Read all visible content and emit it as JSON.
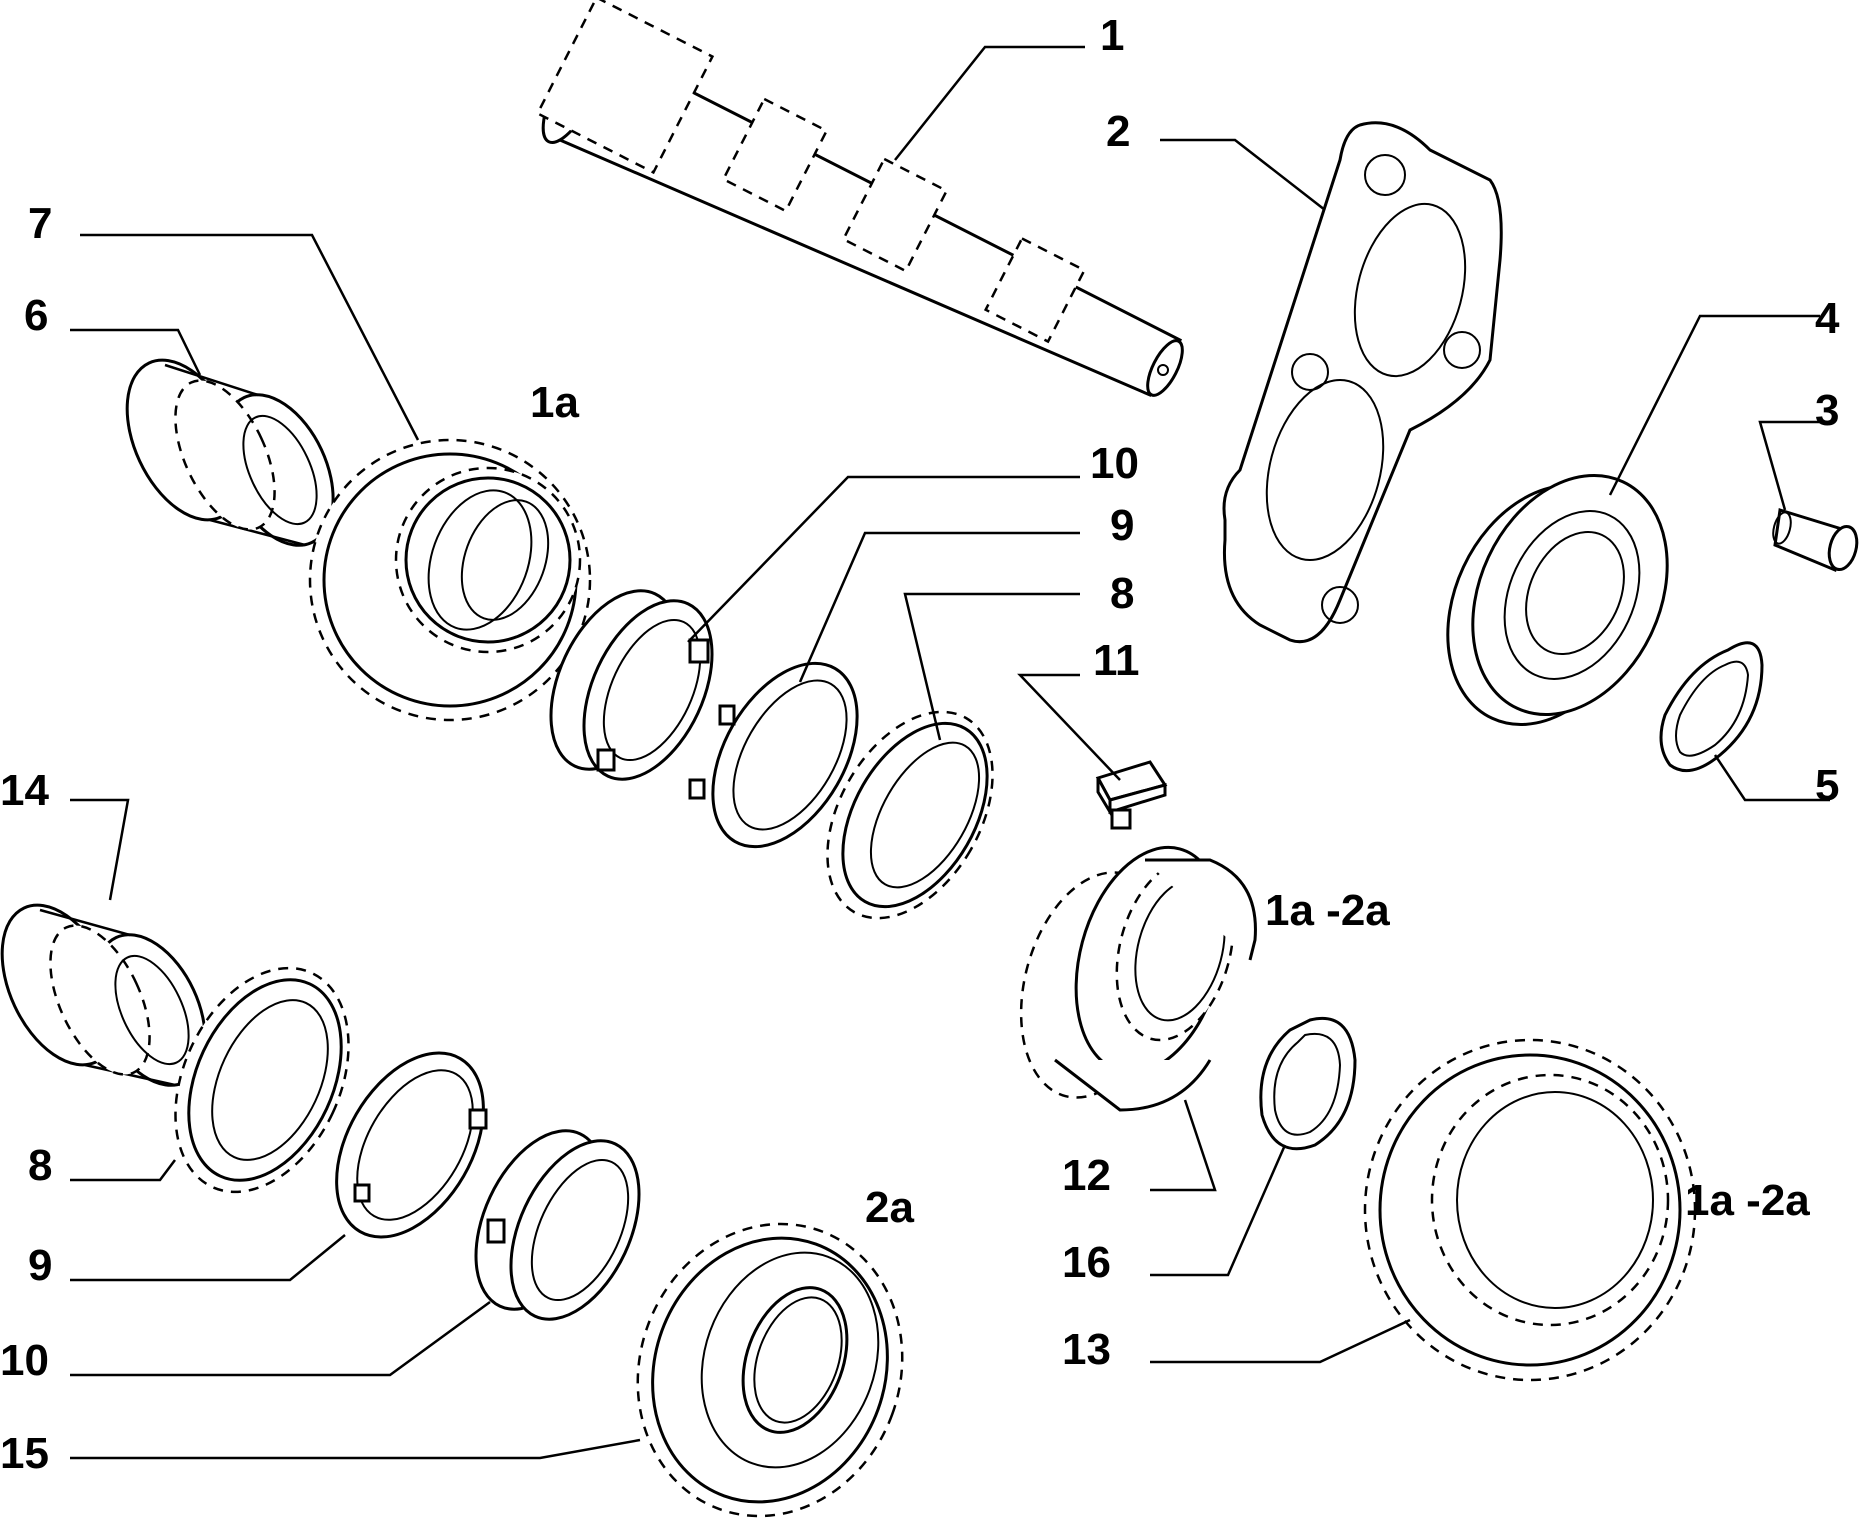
{
  "labels": {
    "l1": "1",
    "l2": "2",
    "l3": "3",
    "l4": "4",
    "l5": "5",
    "l6": "6",
    "l7": "7",
    "l1a": "1a",
    "l10a": "10",
    "l9a": "9",
    "l8a": "8",
    "l11": "11",
    "l1a2a_top": "1a -2a",
    "l14": "14",
    "l8b": "8",
    "l9b": "9",
    "l10b": "10",
    "l15": "15",
    "l2a": "2a",
    "l12": "12",
    "l16": "16",
    "l13": "13",
    "l1a2a_bottom": "1a -2a"
  },
  "parts": [
    "shaft-icon",
    "plate-icon",
    "screw-icon",
    "bearing-icon",
    "circlip-icon",
    "needle-bearing-icon",
    "gear-icon",
    "synchro-cone-icon",
    "synchro-ring-icon",
    "key-icon",
    "hub-icon",
    "sleeve-icon"
  ]
}
